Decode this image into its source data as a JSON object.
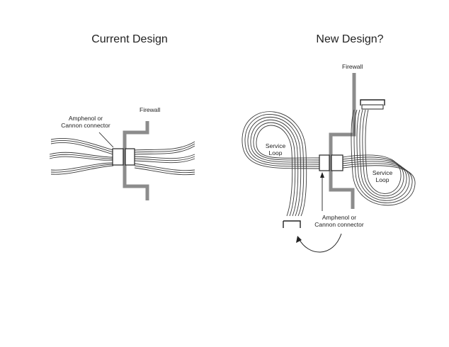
{
  "left_panel": {
    "title": "Current Design",
    "firewall_label": "Firewall",
    "connector_label_line1": "Amphenol or",
    "connector_label_line2": "Cannon connector"
  },
  "right_panel": {
    "title": "New Design?",
    "firewall_label": "Firewall",
    "service_loop_left_line1": "Service",
    "service_loop_left_line2": "Loop",
    "service_loop_right_line1": "Service",
    "service_loop_right_line2": "Loop",
    "connector_label_line1": "Amphenol or",
    "connector_label_line2": "Cannon connector"
  },
  "colors": {
    "firewall": "#8c8c8c",
    "wire": "#3a3a3a",
    "text": "#222222",
    "background": "#ffffff"
  }
}
